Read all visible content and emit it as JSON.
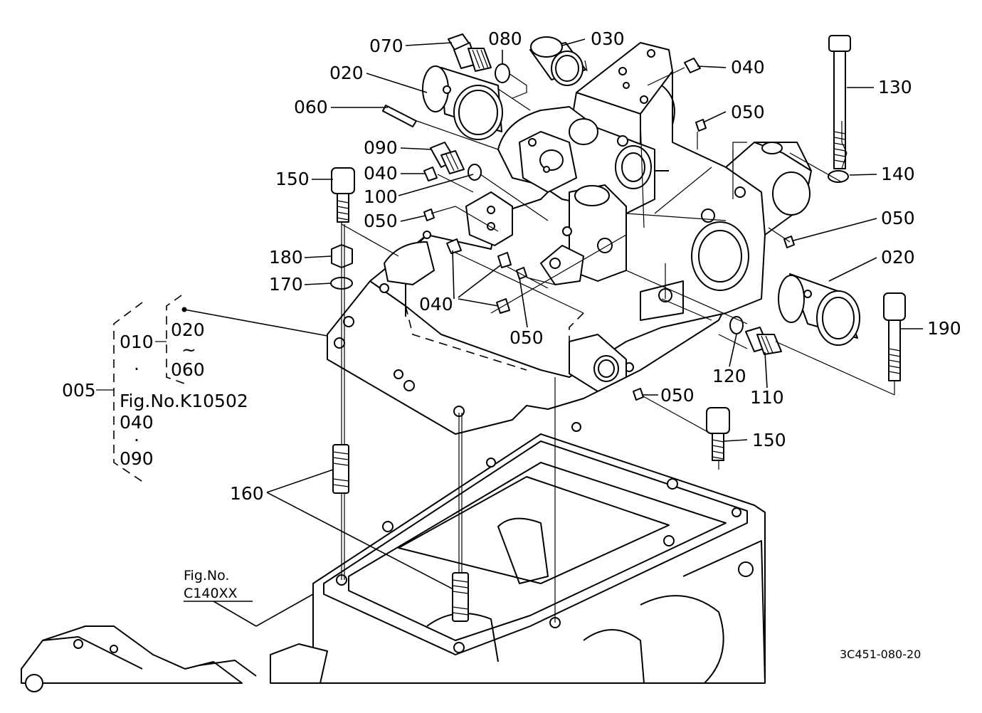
{
  "callouts": {
    "c070": "070",
    "c080": "080",
    "c030": "030",
    "c040a": "040",
    "c020a": "020",
    "c060": "060",
    "c050a": "050",
    "c130": "130",
    "c090": "090",
    "c040b": "040",
    "c140": "140",
    "c150a": "150",
    "c100": "100",
    "c050b": "050",
    "c050c": "050",
    "c180": "180",
    "c020b": "020",
    "c170": "170",
    "c040c": "040",
    "c050d": "050",
    "c190": "190",
    "c120": "120",
    "c110": "110",
    "c050e": "050",
    "c150b": "150",
    "c160": "160"
  },
  "group": {
    "assembly": "005",
    "item": "010",
    "range_start": "020",
    "range_tilde": "~",
    "range_end": "060",
    "dot1": "·",
    "fig_ref": "Fig.No.K10502",
    "item2": "040",
    "dot2": "·",
    "item3": "090"
  },
  "external_ref": {
    "line1": "Fig.No.",
    "line2": "C140XX"
  },
  "drawing_code": "3C451-080-20"
}
